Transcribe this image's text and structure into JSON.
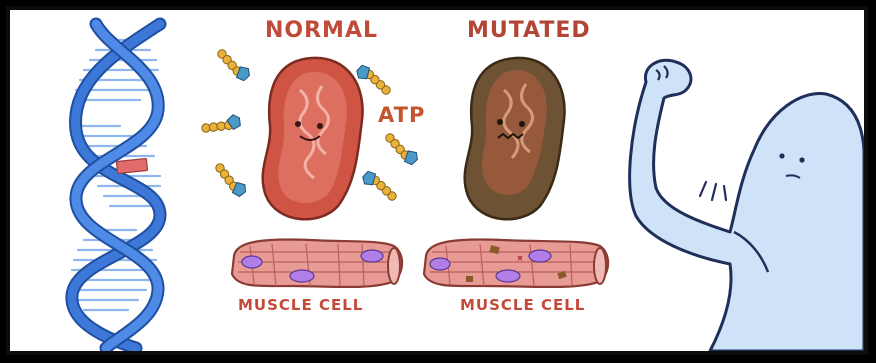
{
  "labels": {
    "normal": "NORMAL",
    "mutated": "MUTATED",
    "atp": "ATP",
    "muscle_cell_normal": "MUSCLE CELL",
    "muscle_cell_mutated": "MUSCLE CELL"
  },
  "colors": {
    "dna_strand": "#3d78d8",
    "dna_rung": "#8fb6ee",
    "mutation_mark": "#e06c6c",
    "mitochondrion_normal": "#cf5444",
    "mitochondrion_mutated": "#6d5233",
    "atp_beads": "#e9b23a",
    "atp_cap": "#4a9ac8",
    "muscle_fiber": "#e89a94",
    "nucleus": "#b07ee6",
    "person": "#cfe3f8",
    "outline": "#1f2f5a"
  }
}
